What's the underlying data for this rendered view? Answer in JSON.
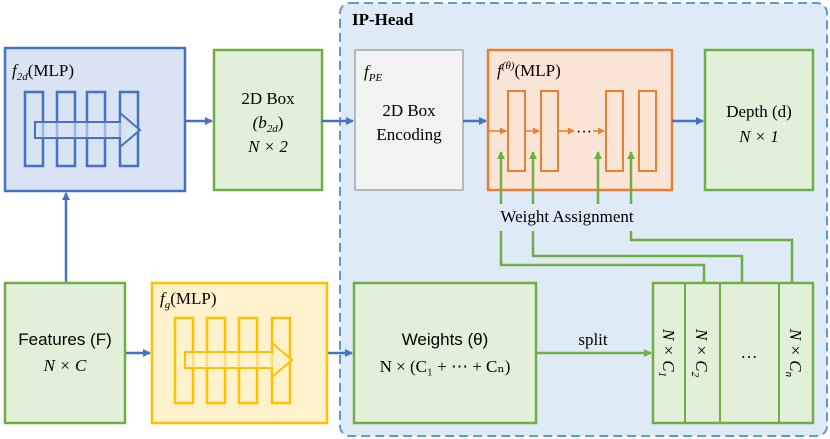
{
  "colors": {
    "blue_stroke": "#4472C4",
    "blue_fill": "#DAE3F3",
    "green_stroke": "#70AD47",
    "green_fill": "#E2F0D9",
    "orange_stroke": "#ED7D31",
    "orange_fill": "#FBE5D6",
    "yellow_stroke": "#FFC000",
    "yellow_fill": "#FFF2CC",
    "gray_fill": "#F2F2F2",
    "head_fill": "#DEEBF7"
  },
  "ip_head": {
    "title": "IP-Head"
  },
  "f2d": {
    "label": "f",
    "sub": "2d",
    "suffix": "(MLP)"
  },
  "box2d": {
    "line1": "2D Box",
    "line2_main": "(b",
    "line2_sub": "2d",
    "line2_end": ")",
    "line3": "N × 2"
  },
  "fpe": {
    "label": "f",
    "sub": "PE",
    "line1": "2D Box",
    "line2": "Encoding"
  },
  "ftheta": {
    "label": "f",
    "sup": "(θ)",
    "suffix": "(MLP)",
    "dots": "···"
  },
  "depth": {
    "line1": "Depth (d)",
    "line2": "N × 1"
  },
  "weight_assignment": {
    "label": "Weight Assignment"
  },
  "features": {
    "line1": "Features (F)",
    "line2": "N × C"
  },
  "fg": {
    "label": "f",
    "sub": "g",
    "suffix": "(MLP)"
  },
  "weights": {
    "line1": "Weights (θ)",
    "line2": "N × (C₁ + ⋯ + Cₙ)"
  },
  "split": {
    "label": "split"
  },
  "split_cols": [
    {
      "label_main": "N × C",
      "label_sub": "1"
    },
    {
      "label_main": "N × C",
      "label_sub": "2"
    },
    {
      "label_main": "…",
      "label_sub": ""
    },
    {
      "label_main": "N × C",
      "label_sub": "n"
    }
  ]
}
